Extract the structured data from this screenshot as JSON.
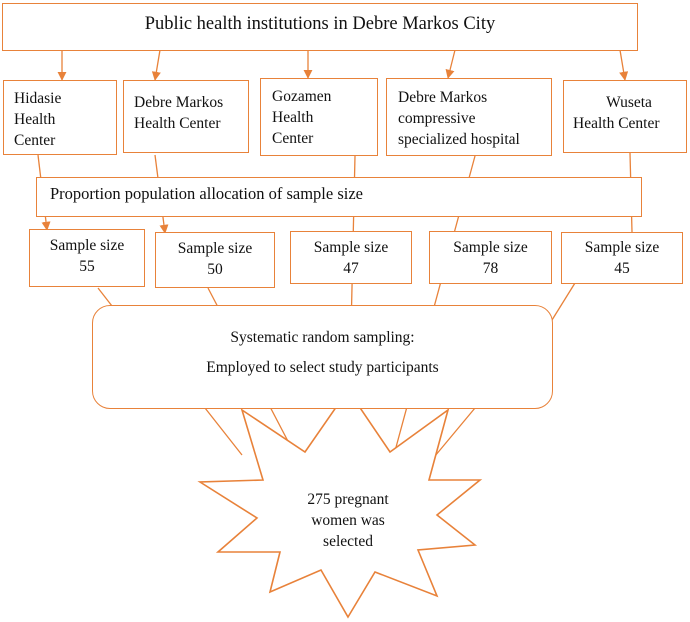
{
  "title": "Public health institutions in Debre Markos City",
  "institutions": [
    {
      "name_lines": [
        "Hidasie",
        "Health",
        "Center"
      ]
    },
    {
      "name_lines": [
        "Debre Markos",
        "Health Center"
      ]
    },
    {
      "name_lines": [
        "Gozamen",
        "Health",
        "Center"
      ]
    },
    {
      "name_lines": [
        "Debre Markos",
        "compressive",
        "specialized hospital"
      ]
    },
    {
      "name_lines": [
        "Wuseta",
        "Health Center"
      ]
    }
  ],
  "allocation_label": "Proportion population allocation of sample size",
  "samples": [
    {
      "label": "Sample size",
      "value": "55"
    },
    {
      "label": "Sample size",
      "value": "50"
    },
    {
      "label": "Sample size",
      "value": "47"
    },
    {
      "label": "Sample size",
      "value": "78"
    },
    {
      "label": "Sample size",
      "value": "45"
    }
  ],
  "sampling": {
    "method": "Systematic random sampling:",
    "description": "Employed to select study participants"
  },
  "result_lines": [
    "275 pregnant",
    "women was",
    "selected"
  ],
  "colors": {
    "line": "#e8823a"
  }
}
